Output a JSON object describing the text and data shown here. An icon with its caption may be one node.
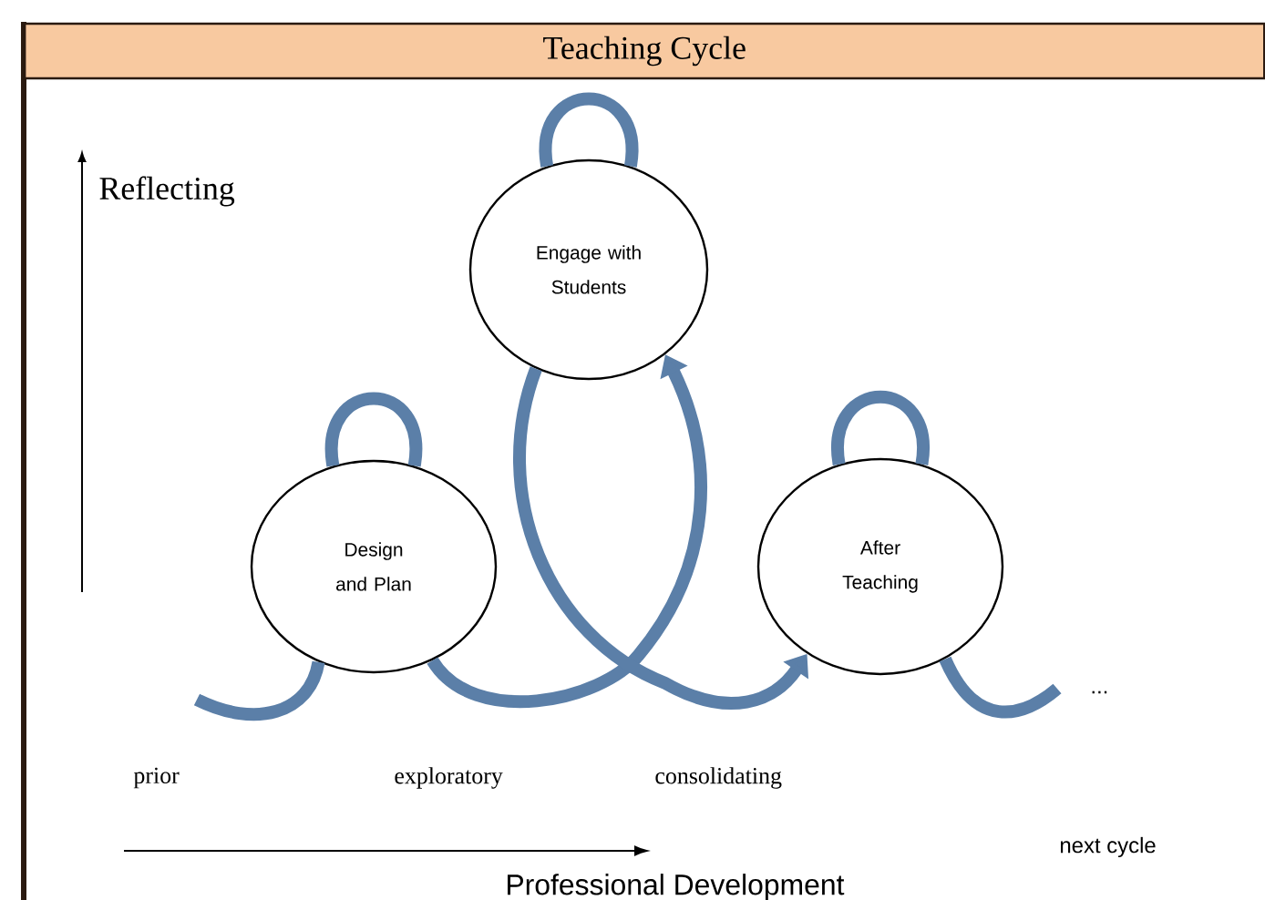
{
  "diagram": {
    "title": "Teaching Cycle",
    "nodes": [
      {
        "text": [
          "Engage with Students"
        ]
      },
      {
        "text": [
          "Design and Plan"
        ]
      },
      {
        "text": [
          "After Teaching"
        ]
      }
    ],
    "edges": [
      {
        "from": 1,
        "to": 0,
        "arrow": "to"
      },
      {
        "from": 0,
        "to": 2,
        "arrow": "to"
      },
      {
        "from": null,
        "to": 1,
        "arrow": "none"
      },
      {
        "from": 2,
        "to": null,
        "arrow": "none"
      },
      {
        "from": 0,
        "to": 0,
        "arrow": "none"
      },
      {
        "from": 1,
        "to": 1,
        "arrow": "none"
      },
      {
        "from": 2,
        "to": 2,
        "arrow": "none"
      }
    ],
    "labels": [
      "Reflecting",
      "prior",
      "exploratory",
      "consolidating",
      "...",
      "next cycle",
      "Professional Development"
    ]
  }
}
